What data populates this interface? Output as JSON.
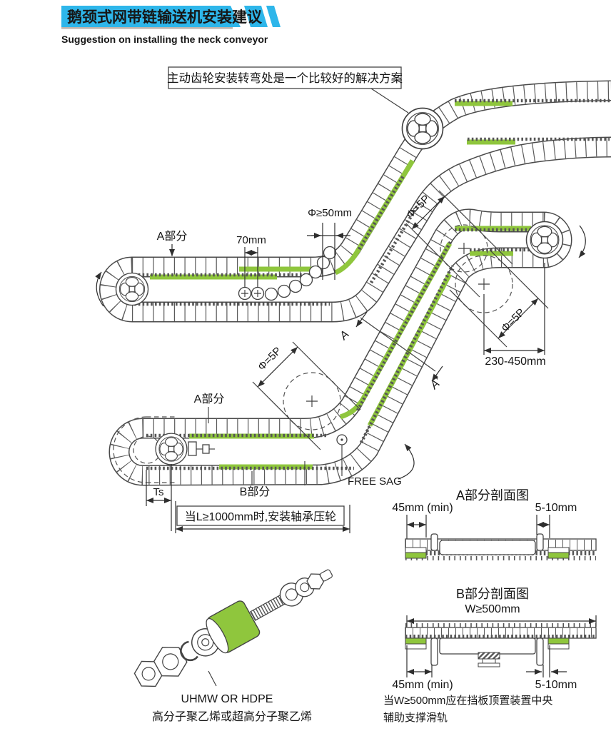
{
  "header": {
    "title": "鹅颈式网带链输送机安装建议",
    "subtitle": "Suggestion on installing the neck conveyor",
    "accent_color": "#2EB6EA"
  },
  "palette": {
    "accent": "#2EB6EA",
    "wear_strip_green": "#8FC63D",
    "line_color": "#4a4a4a",
    "text_color": "#161616"
  },
  "diagram": {
    "callout": "主动齿轮安装转弯处是一个比较好的解决方案",
    "upper_assembly": {
      "part_a_label": "A部分",
      "roller_pitch": "70mm",
      "roller_dia": "Φ≥50mm"
    },
    "main_assembly": {
      "part_a_label": "A部分",
      "part_b_label": "B部分",
      "bend_dia_top": "Φ=5P",
      "bend_dia_mid": "Φ=5P",
      "bend_dia_bottom": "Φ=5P",
      "offset_range": "230-450mm",
      "takeup_travel": "Ts",
      "free_sag": "FREE SAG",
      "section_mark_start": "A",
      "section_mark_end": "A'",
      "bearing_note": "当L≥1000mm时,安装轴承压轮"
    }
  },
  "section_a": {
    "title": "A部分剖面图",
    "left_dim": "45mm (min)",
    "right_dim": "5-10mm"
  },
  "section_b": {
    "title": "B部分剖面图",
    "width_dim": "W≥500mm",
    "left_dim": "45mm (min)",
    "right_dim": "5-10mm",
    "note_line1": "当W≥500mm应在挡板顶置装置中央",
    "note_line2": "辅助支撑滑轨"
  },
  "roller_detail": {
    "material_en": "UHMW OR HDPE",
    "material_cn": "高分子聚乙烯或超高分子聚乙烯"
  }
}
